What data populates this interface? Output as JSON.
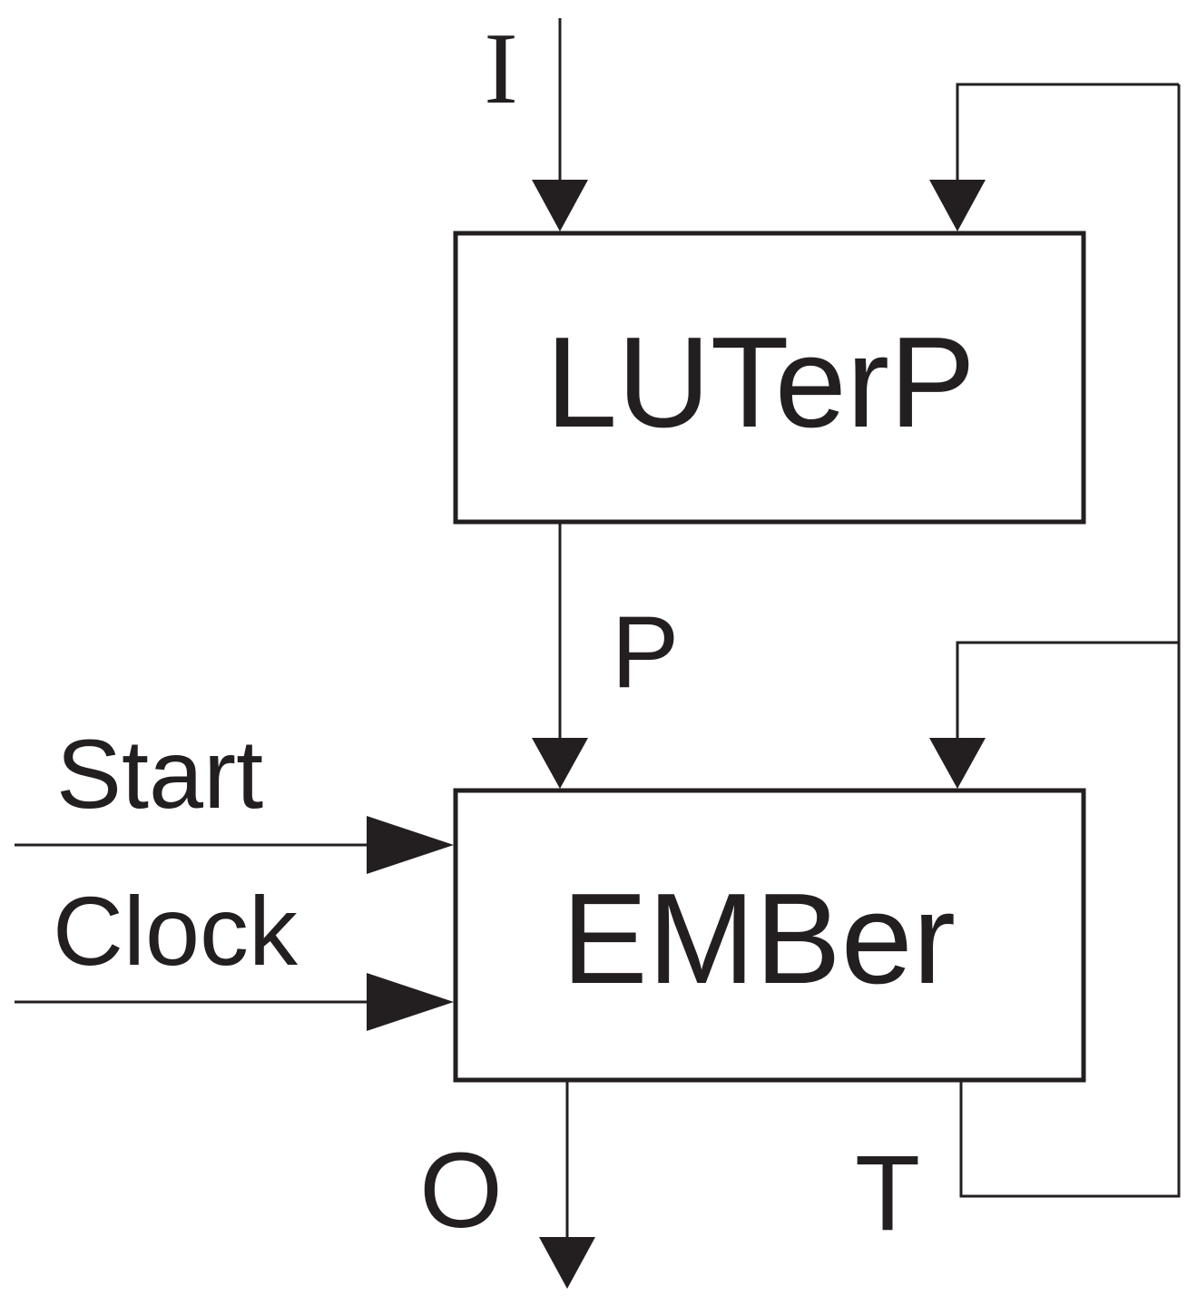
{
  "blocks": {
    "lut": {
      "label": "LUTerP"
    },
    "emb": {
      "label": "EMBer"
    }
  },
  "signals": {
    "input": "I",
    "p": "P",
    "start": "Start",
    "clock": "Clock",
    "output": "O",
    "feedback": "T"
  },
  "colors": {
    "ink": "#231f20",
    "background": "#ffffff"
  }
}
